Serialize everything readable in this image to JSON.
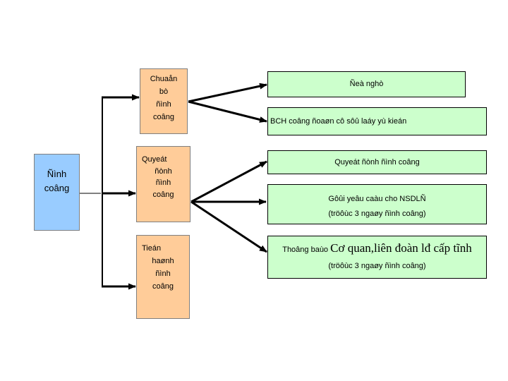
{
  "slide": {
    "background": "#ffffff",
    "colors": {
      "root_fill": "#99ccff",
      "stage_fill": "#ffcc99",
      "output_fill": "#ccffcc",
      "box_border_gray": "#7f7f7f",
      "output_border": "#000000",
      "connector": "#000000"
    },
    "root": {
      "lines": [
        "Ñình",
        "coâng"
      ]
    },
    "stages": [
      {
        "lines": [
          "Chuaån",
          "bò",
          "ñình",
          "coâng"
        ]
      },
      {
        "lines": [
          "Quyeát",
          "ñònh",
          "ñình",
          "coâng"
        ]
      },
      {
        "lines": [
          "Tieán",
          "haønh",
          "ñình",
          "coâng"
        ]
      }
    ],
    "outputs": [
      {
        "line1": "Ñeà nghò"
      },
      {
        "line1": "BCH coâng ñoaøn cô sôû laáy yù kieán"
      },
      {
        "line1": "Quyeát ñònh ñình coâng"
      },
      {
        "line1": "Gôûi yeâu caàu cho NSDLÑ",
        "line2": "(tröôùc 3 ngaøy ñình coâng)"
      },
      {
        "prefix": "Thoâng baùo ",
        "emphasis": "Cơ quan,liên đoàn lđ cấp tĩnh",
        "line2": "(tröôùc 3 ngaøy ñình coâng)"
      }
    ]
  }
}
